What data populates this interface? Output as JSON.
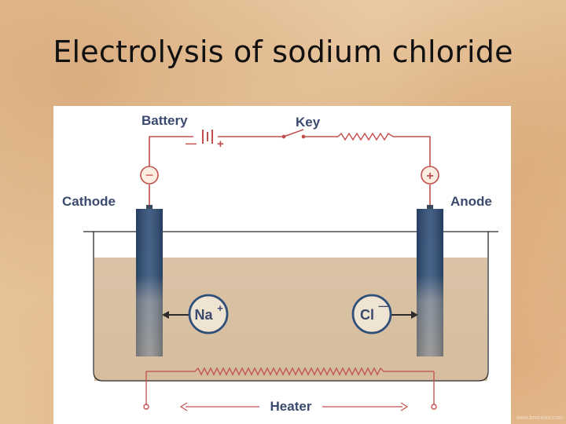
{
  "slide": {
    "title": "Electrolysis of sodium chloride"
  },
  "diagram": {
    "labels": {
      "battery": "Battery",
      "key": "Key",
      "cathode": "Cathode",
      "anode": "Anode",
      "heater": "Heater"
    },
    "signs": {
      "battery_negative": "—",
      "battery_positive": "+",
      "cathode_sign": "−",
      "anode_sign": "+"
    },
    "ions": {
      "sodium_symbol": "Na",
      "sodium_charge": "+",
      "chloride_symbol": "Cl",
      "chloride_charge": "—"
    },
    "colors": {
      "wire": "#c0504d",
      "label_text": "#3a4a6e",
      "electrode_top": "#2f4f78",
      "electrode_bottom": "#8c8c8c",
      "molten_salt": "#d8c2a6"
    }
  },
  "watermark": "www.brainkart.com"
}
